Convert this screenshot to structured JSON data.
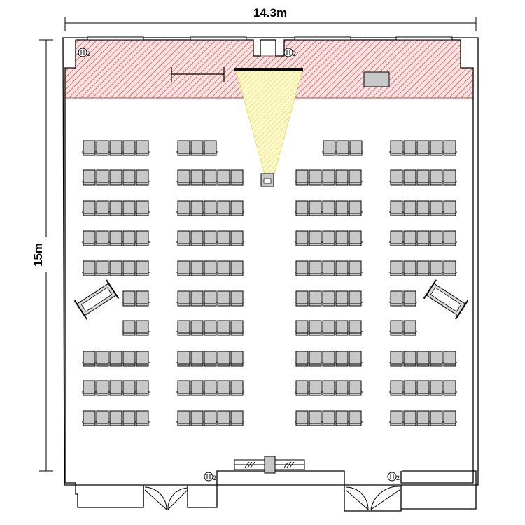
{
  "dimensions": {
    "width_label": "14.3m",
    "height_label": "15m"
  },
  "colors": {
    "stage_hatch": "#e06060",
    "projection_beam": "#f5f07a",
    "seat_fill": "#c8c8c8",
    "line": "#000000"
  },
  "room": {
    "seat_rows": 10,
    "seating_blocks": 4,
    "outlet_symbol": "TEL",
    "projector": "projector",
    "screen": "screen",
    "lectern": "lectern",
    "side_tables": 2,
    "doors": 2
  }
}
